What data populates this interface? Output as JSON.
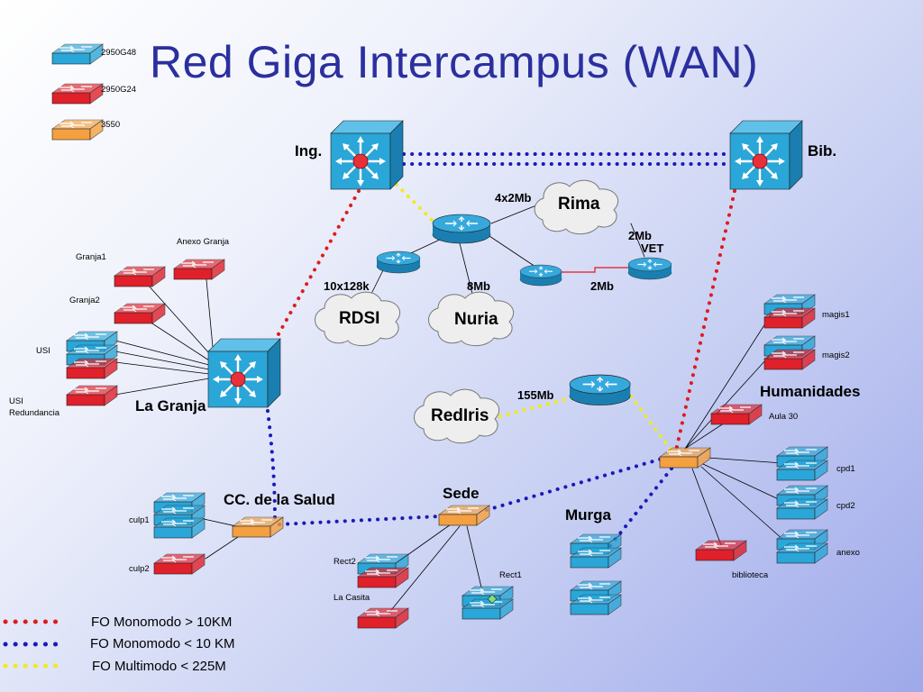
{
  "title": "Red Giga Intercampus (WAN)",
  "device_legend": [
    {
      "label": "2950G48",
      "color": "#2aa6d8",
      "icon": "switch-icon"
    },
    {
      "label": "2950G24",
      "color": "#e0202a",
      "icon": "switch-icon"
    },
    {
      "label": "3550",
      "color": "#f4a040",
      "icon": "switch-icon"
    }
  ],
  "line_legend": [
    {
      "label": "FO Monomodo > 10KM",
      "color": "#e01b1b"
    },
    {
      "label": "FO Monomodo < 10 KM",
      "color": "#1a1ab8"
    },
    {
      "label": "FO Multimodo < 225M",
      "color": "#f2ea1a"
    }
  ],
  "core": {
    "ing": "Ing.",
    "bib": "Bib.",
    "granja": "La Granja"
  },
  "clouds": {
    "rima": "Rima",
    "rdsi": "RDSI",
    "nuria": "Nuria",
    "rediris": "RedIris"
  },
  "links": {
    "l4x2": "4x2Mb",
    "l2mb_a": "2Mb",
    "vet": "VET",
    "l10x128": "10x128k",
    "l8mb": "8Mb",
    "l2mb_b": "2Mb",
    "l155": "155Mb"
  },
  "sites": {
    "humanidades": "Humanidades",
    "salud": "CC. de la Salud",
    "sede": "Sede",
    "murga": "Murga"
  },
  "devices": {
    "anexo_granja": "Anexo Granja",
    "granja1": "Granja1",
    "granja2": "Granja2",
    "usi": "USI",
    "usi_red1": "USI",
    "usi_red2": "Redundancia",
    "magis1": "magis1",
    "magis2": "magis2",
    "aula30": "Aula 30",
    "cpd1": "cpd1",
    "cpd2": "cpd2",
    "anexo": "anexo",
    "biblioteca": "biblioteca",
    "culp1": "culp1",
    "culp2": "culp2",
    "rect2": "Rect2",
    "rect1": "Rect1",
    "casita": "La Casita"
  }
}
